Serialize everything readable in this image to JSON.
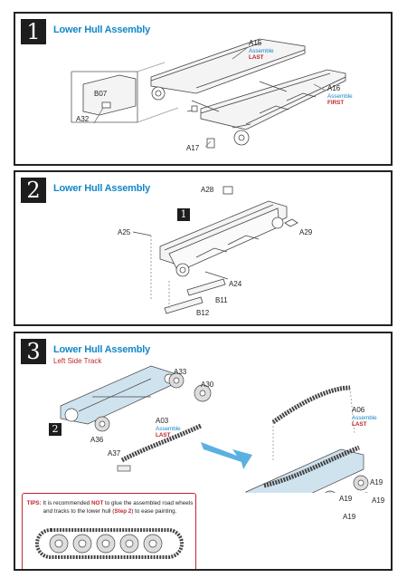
{
  "steps": [
    {
      "number": "1",
      "title": "Lower Hull Assembly",
      "labels": {
        "a15": "A15",
        "a16": "A16",
        "b07": "B07",
        "a32": "A32",
        "a17": "A17"
      },
      "notes": {
        "a15_note": "Assemble",
        "a15_order": "LAST",
        "a16_note": "Assemble",
        "a16_order": "FIRST"
      }
    },
    {
      "number": "2",
      "title": "Lower Hull Assembly",
      "callout": "1",
      "labels": {
        "a28": "A28",
        "a25": "A25",
        "a29": "A29",
        "a24": "A24",
        "b11": "B11",
        "b12": "B12"
      }
    },
    {
      "number": "3",
      "title": "Lower Hull Assembly",
      "subtitle": "Left Side Track",
      "callout": "2",
      "labels": {
        "a33": "A33",
        "a30": "A30",
        "a03": "A03",
        "a36": "A36",
        "a37": "A37",
        "a06": "A06",
        "a19_1": "A19",
        "a19_2": "A19",
        "a19_3": "A19",
        "a19_4": "A19"
      },
      "notes": {
        "a03_note": "Assemble",
        "a03_order": "LAST",
        "a06_note": "Assemble",
        "a06_order": "LAST"
      },
      "tips": {
        "prefix": "TIPS:",
        "line1_a": "It is recommended",
        "not_word": "NOT",
        "line1_b": "to glue the assembled road wheels",
        "line2_a": "and tracks to the lower hull (",
        "step_ref": "Step 2",
        "line2_b": ") to ease painting."
      }
    }
  ],
  "colors": {
    "accent": "#1487c6",
    "warning": "#c0262d",
    "part_fill": "#cfe3ef",
    "dark": "#1d1d1d"
  }
}
